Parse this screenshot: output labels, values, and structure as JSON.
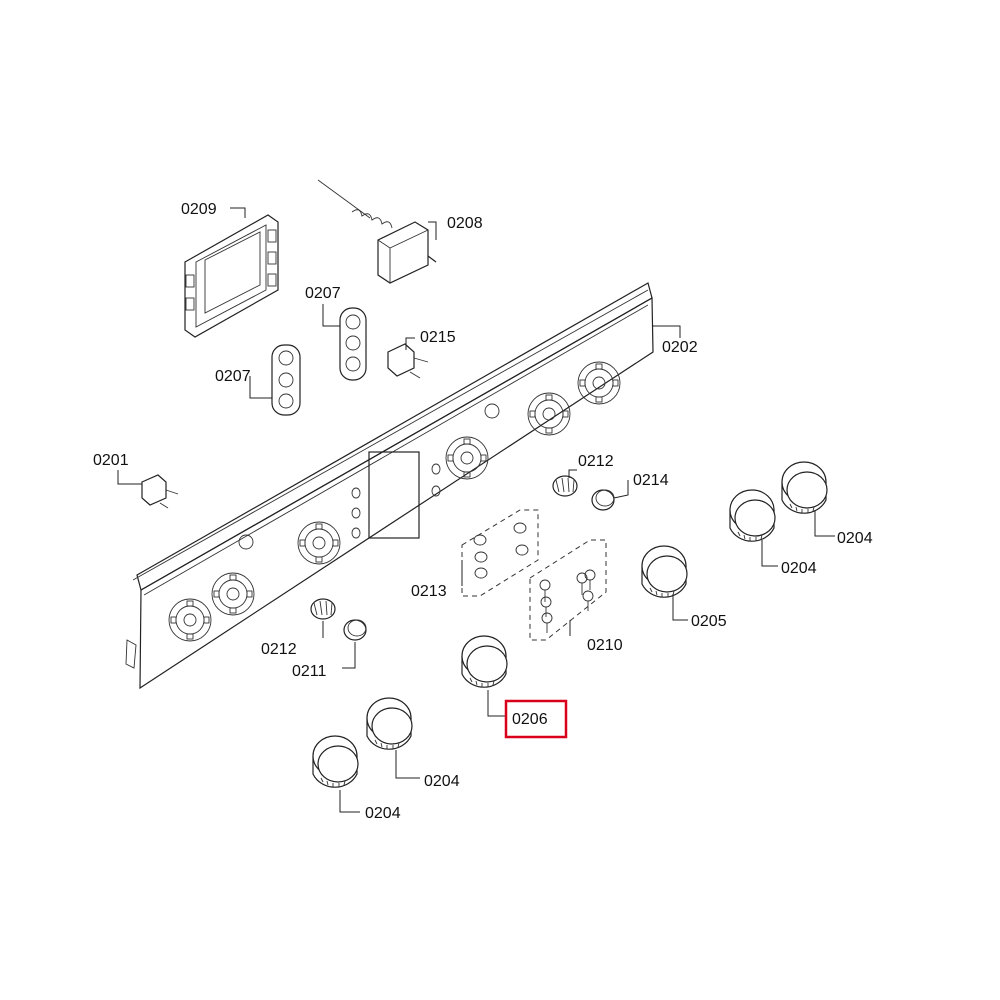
{
  "highlight_color": "#d9001b",
  "labels": {
    "l0201": "0201",
    "l0202": "0202",
    "l0204a": "0204",
    "l0204b": "0204",
    "l0204c": "0204",
    "l0204d": "0204",
    "l0205": "0205",
    "l0206": "0206",
    "l0207a": "0207",
    "l0207b": "0207",
    "l0208": "0208",
    "l0209": "0209",
    "l0210": "0210",
    "l0211": "0211",
    "l0212a": "0212",
    "l0212b": "0212",
    "l0213": "0213",
    "l0214": "0214",
    "l0215": "0215"
  }
}
